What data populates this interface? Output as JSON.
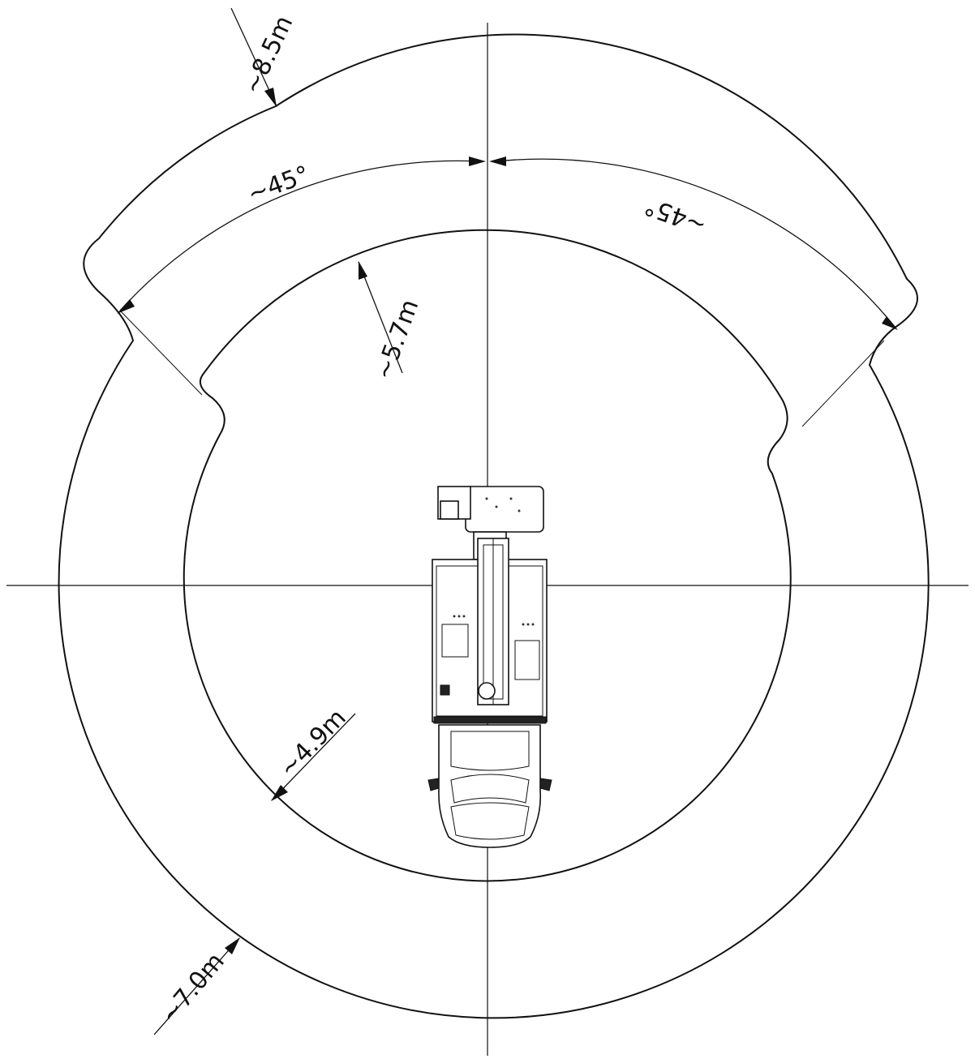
{
  "labels": {
    "radius_outer_top": "~8.5m",
    "radius_inner_top": "~5.7m",
    "radius_inner": "~4.9m",
    "radius_outer": "~7.0m",
    "angle_left": "~45°",
    "angle_right": "~45°"
  },
  "colors": {
    "line": "#111111",
    "background": "#ffffff"
  }
}
